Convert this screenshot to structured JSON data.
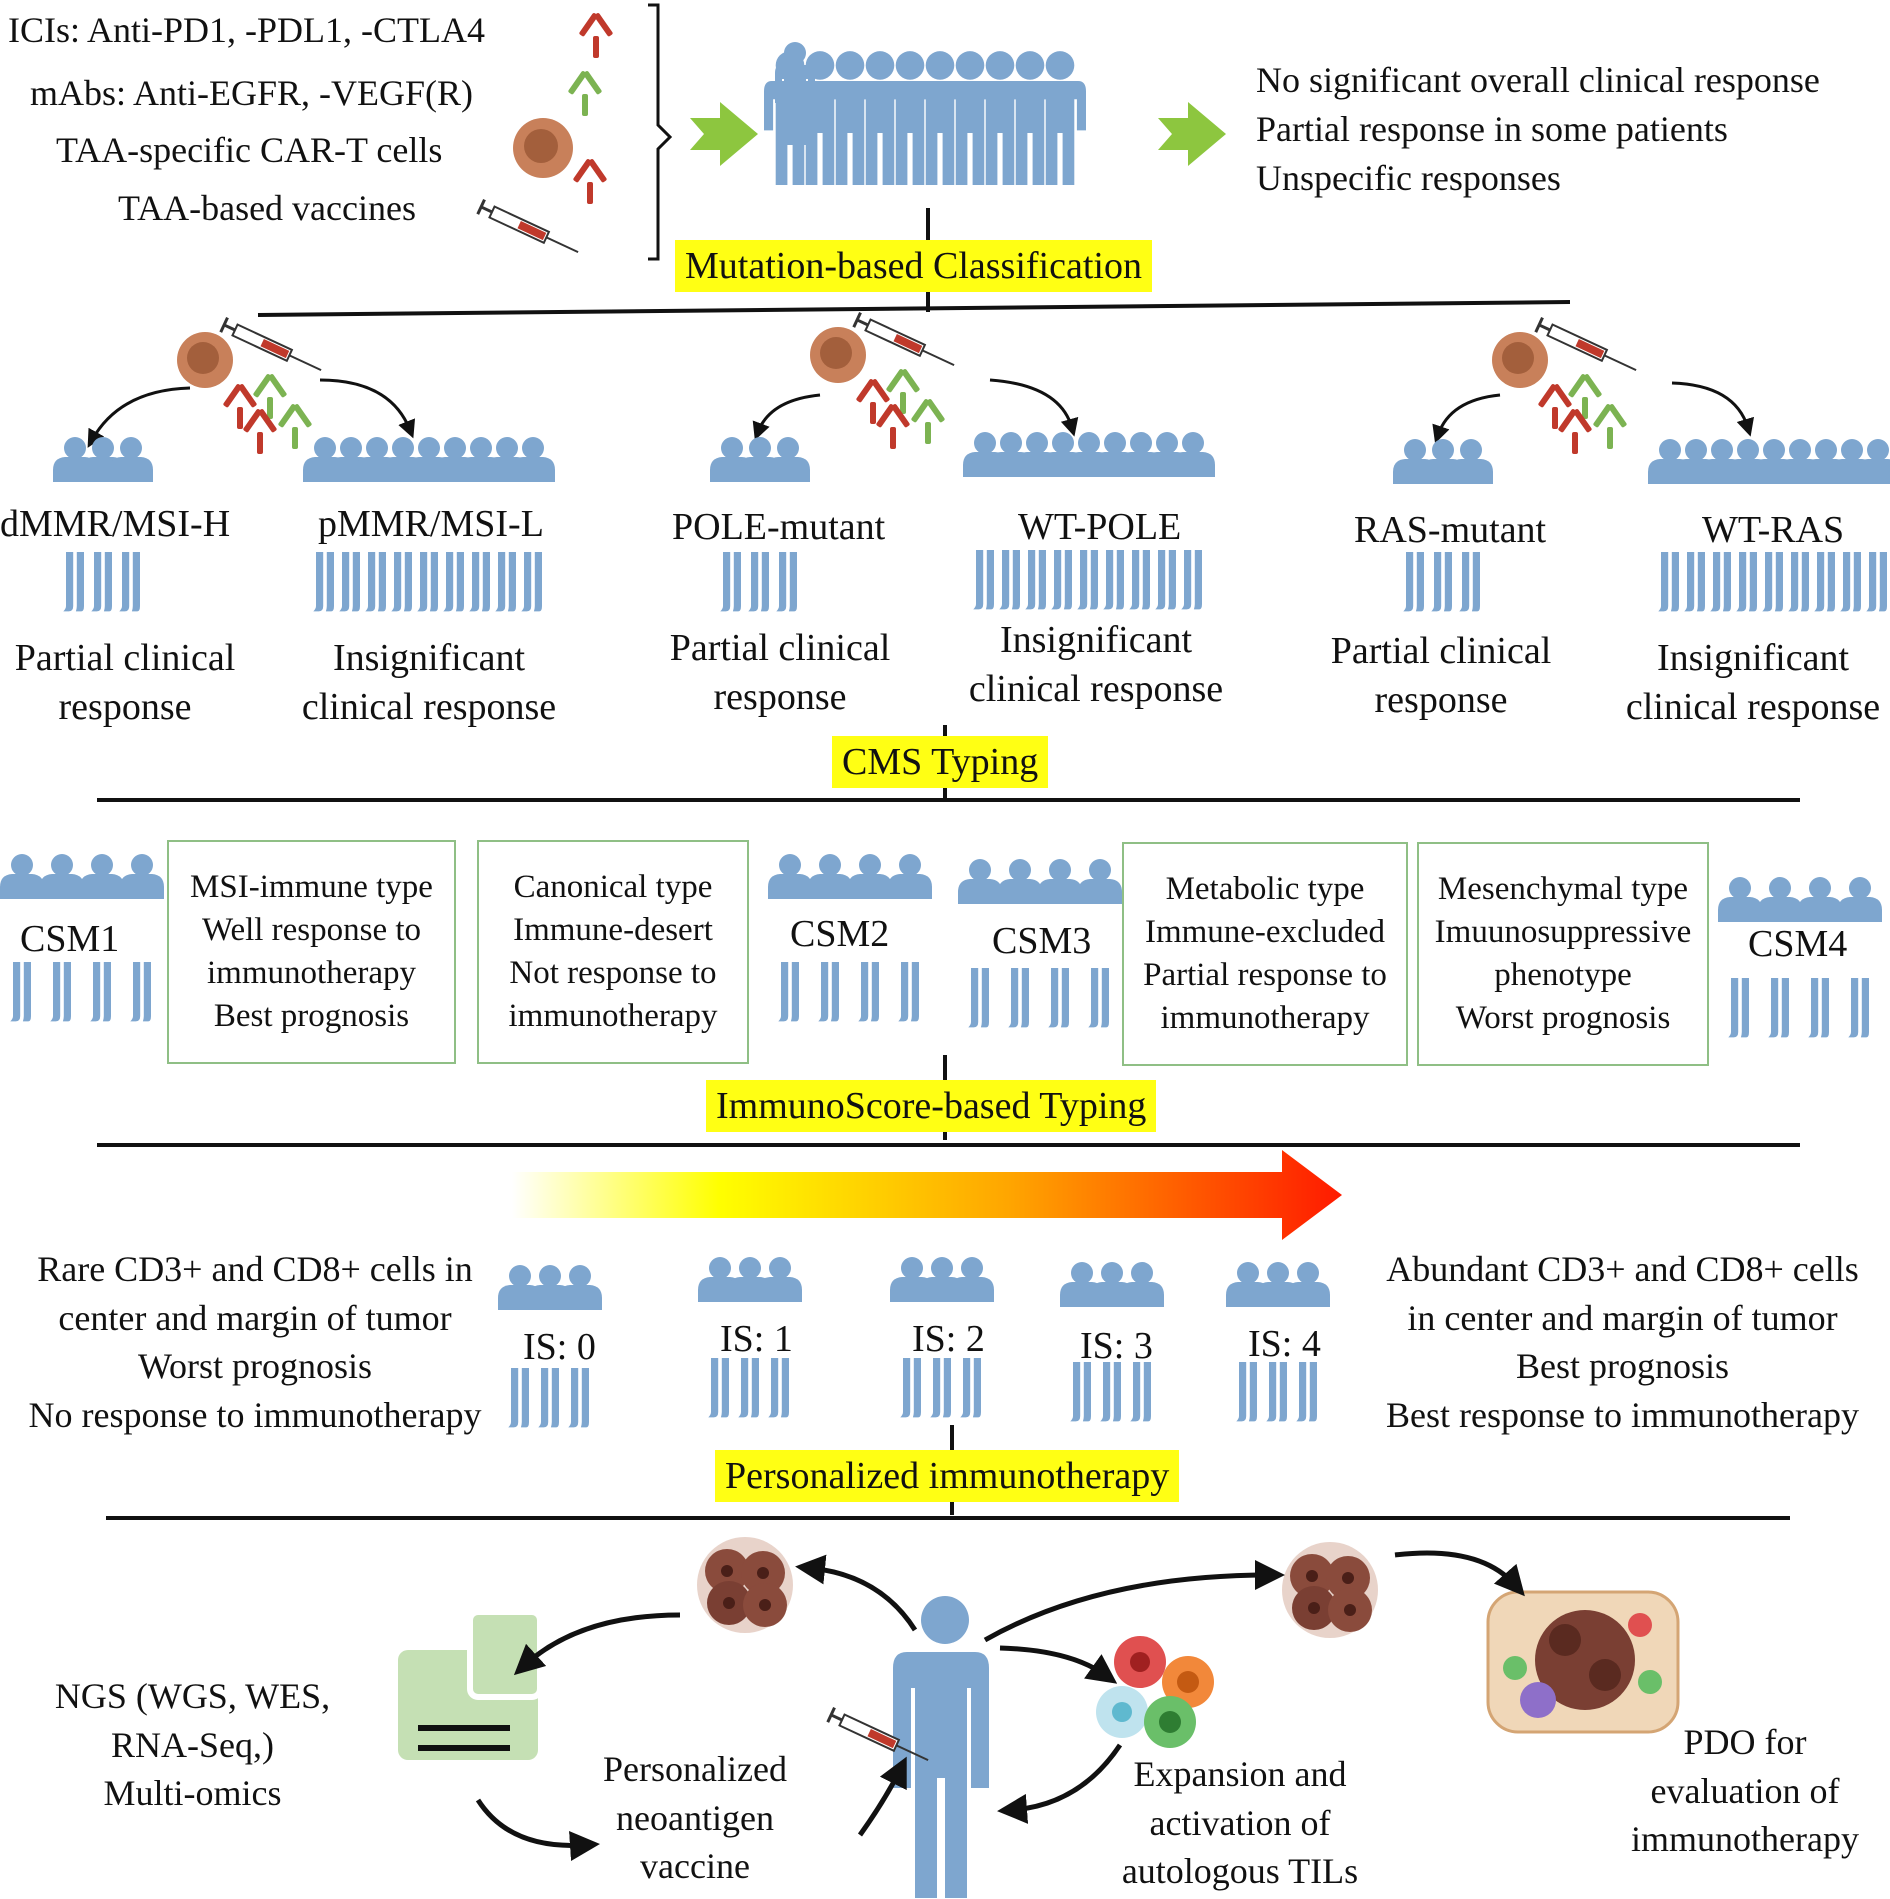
{
  "colors": {
    "accent_yellow": "#ffff14",
    "person_blue": "#7ea6cf",
    "arrow_green": "#8dc63f",
    "box_border": "#8fbf85",
    "cell_brown": "#c8805a"
  },
  "therapies": {
    "items": [
      "ICIs: Anti-PD1, -PDL1, -CTLA4",
      "mAbs: Anti-EGFR, -VEGF(R)",
      "TAA-specific CAR-T cells",
      "TAA-based vaccines"
    ]
  },
  "overall_outcome": {
    "lines": [
      "No significant overall clinical response",
      "Partial response in some patients",
      "Unspecific responses"
    ]
  },
  "section_tags": {
    "mutation": "Mutation-based Classification",
    "cms": "CMS Typing",
    "immunoscore": "ImmunoScore-based Typing",
    "personalized": "Personalized immunotherapy"
  },
  "mutation_groups": [
    {
      "label": "dMMR/MSI-H",
      "response": [
        "Partial clinical",
        "response"
      ]
    },
    {
      "label": "pMMR/MSI-L",
      "response": [
        "Insignificant",
        "clinical response"
      ]
    },
    {
      "label": "POLE-mutant",
      "response": [
        "Partial clinical",
        "response"
      ]
    },
    {
      "label": "WT-POLE",
      "response": [
        "Insignificant",
        "clinical response"
      ]
    },
    {
      "label": "RAS-mutant",
      "response": [
        "Partial clinical",
        "response"
      ]
    },
    {
      "label": "WT-RAS",
      "response": [
        "Insignificant",
        "clinical response"
      ]
    }
  ],
  "cms": [
    {
      "label": "CSM1",
      "desc": [
        "MSI-immune type",
        "Well response to",
        "immunotherapy",
        "Best prognosis"
      ]
    },
    {
      "label": "CSM2",
      "desc": [
        "Canonical type",
        "Immune-desert",
        "Not response to",
        "immunotherapy"
      ]
    },
    {
      "label": "CSM3",
      "desc": [
        "Metabolic type",
        "Immune-excluded",
        "Partial response to",
        "immunotherapy"
      ]
    },
    {
      "label": "CSM4",
      "desc": [
        "Mesenchymal type",
        "Imuunosuppressive",
        "phenotype",
        "Worst prognosis"
      ]
    }
  ],
  "immunoscore": {
    "low_text": [
      "Rare CD3+ and CD8+ cells in",
      "center and margin of tumor",
      "Worst prognosis",
      "No response to immunotherapy"
    ],
    "high_text": [
      "Abundant CD3+ and CD8+ cells",
      "in center and margin of tumor",
      "Best prognosis",
      "Best response to immunotherapy"
    ],
    "levels": [
      "IS: 0",
      "IS: 1",
      "IS: 2",
      "IS: 3",
      "IS: 4"
    ]
  },
  "personalized": {
    "ngs": [
      "NGS (WGS, WES,",
      "RNA-Seq,)",
      "Multi-omics"
    ],
    "vaccine": [
      "Personalized",
      "neoantigen",
      "vaccine"
    ],
    "tils": [
      "Expansion and",
      "activation of",
      "autologous TILs"
    ],
    "pdo": [
      "PDO for",
      "evaluation of",
      "immunotherapy"
    ]
  }
}
